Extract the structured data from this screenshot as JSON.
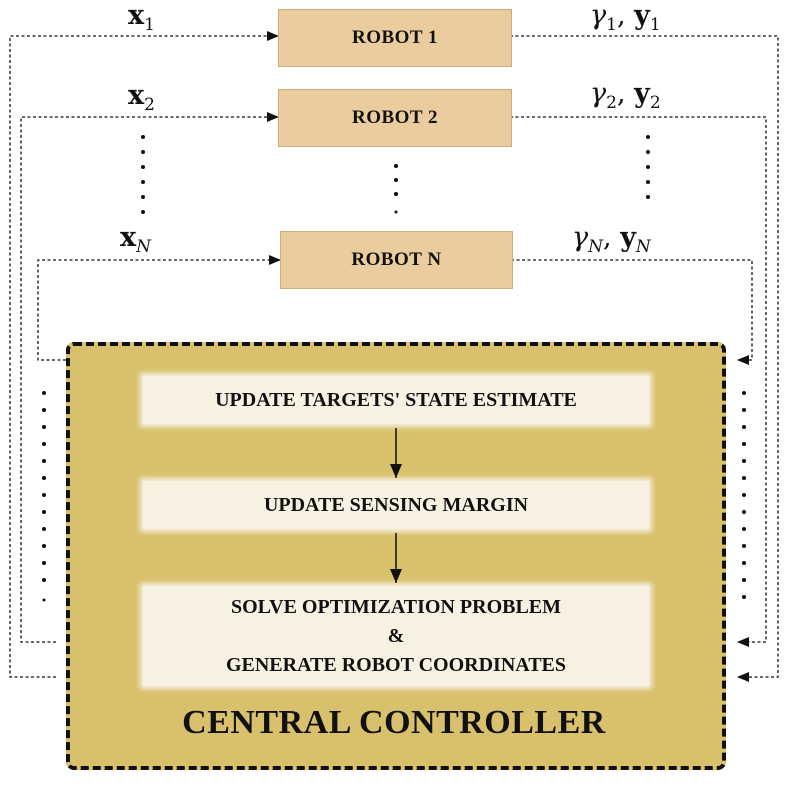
{
  "robots": [
    {
      "label": "ROBOT 1",
      "input_sym": "x",
      "input_sub": "1",
      "output_sym1": "γ",
      "output_sub1": "1",
      "output_sym2": "y",
      "output_sub2": "1"
    },
    {
      "label": "ROBOT 2",
      "input_sym": "x",
      "input_sub": "2",
      "output_sym1": "γ",
      "output_sub1": "2",
      "output_sym2": "y",
      "output_sub2": "2"
    },
    {
      "label": "ROBOT N",
      "input_sym": "x",
      "input_sub": "N",
      "output_sym1": "γ",
      "output_sub1": "N",
      "output_sym2": "y",
      "output_sub2": "N"
    }
  ],
  "controller": {
    "title": "CENTRAL CONTROLLER",
    "steps": [
      {
        "line1": "UPDATE TARGETS' STATE ESTIMATE"
      },
      {
        "line1": "UPDATE SENSING MARGIN"
      },
      {
        "line1": "SOLVE OPTIMIZATION PROBLEM",
        "line2": "&",
        "line3": "GENERATE  ROBOT COORDINATES"
      }
    ]
  },
  "colors": {
    "robot_fill": "#ebcc9e",
    "controller_fill": "#d9c06c",
    "step_fill": "#f6f1e1",
    "line": "#111111"
  }
}
